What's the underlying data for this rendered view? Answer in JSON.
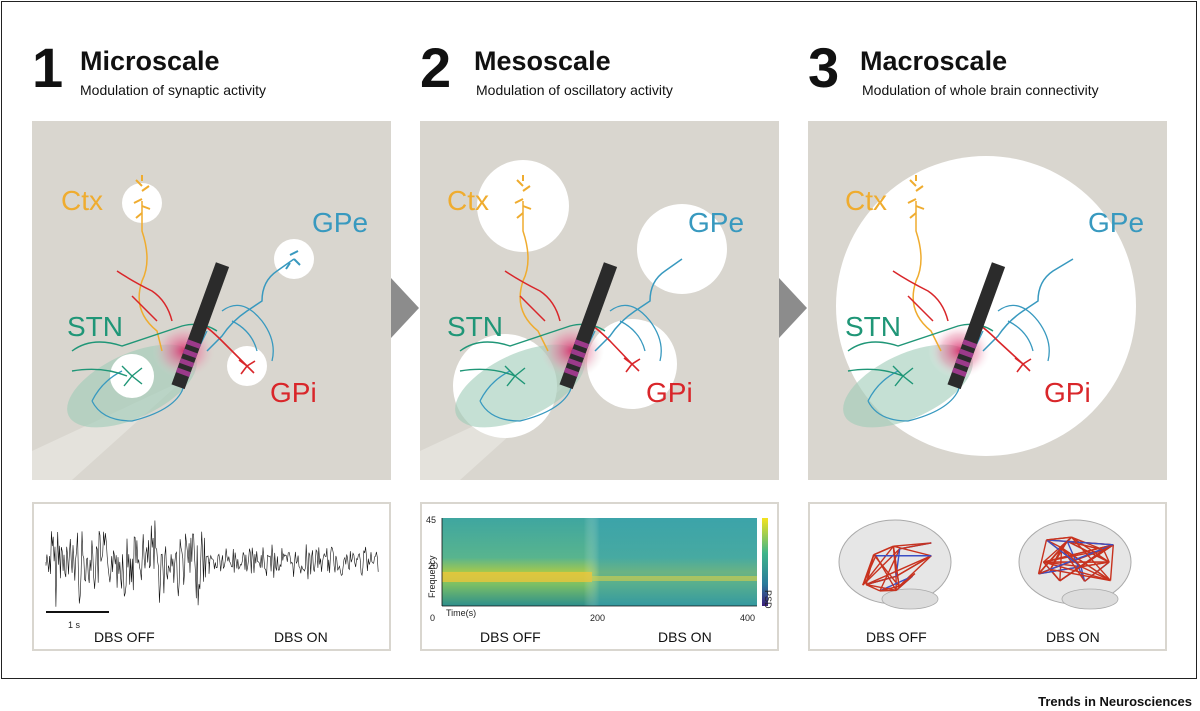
{
  "panels": [
    {
      "number": "1",
      "title": "Microscale",
      "subtitle": "Modulation of synaptic activity",
      "regions": {
        "ctx": "Ctx",
        "gpe": "GPe",
        "stn": "STN",
        "gpi": "GPi"
      },
      "trace": {
        "scale_label": "1 s",
        "off_label": "DBS OFF",
        "on_label": "DBS ON"
      }
    },
    {
      "number": "2",
      "title": "Mesoscale",
      "subtitle": "Modulation of oscillatory activity",
      "regions": {
        "ctx": "Ctx",
        "gpe": "GPe",
        "stn": "STN",
        "gpi": "GPi"
      },
      "spectrogram": {
        "y_ticks": [
          "45",
          "20",
          "0"
        ],
        "ylabel": "Frequency",
        "xlabel": "Time(s)",
        "x_ticks": [
          "200",
          "400"
        ],
        "colorbar_label": "PSD",
        "off_label": "DBS OFF",
        "on_label": "DBS ON"
      }
    },
    {
      "number": "3",
      "title": "Macroscale",
      "subtitle": "Modulation of whole brain connectivity",
      "regions": {
        "ctx": "Ctx",
        "gpe": "GPe",
        "stn": "STN",
        "gpi": "GPi"
      },
      "connectivity": {
        "off_label": "DBS OFF",
        "on_label": "DBS ON"
      }
    }
  ],
  "footer": "Trends in Neurosciences",
  "colors": {
    "ctx": "#efac2f",
    "gpe": "#3899bf",
    "stn": "#1f9677",
    "gpi": "#d9262a",
    "panel_bg": "#d9d6cf",
    "arrow": "#8c8c8c",
    "edge_red": "#c8321e",
    "edge_blue": "#3a4fc4"
  }
}
